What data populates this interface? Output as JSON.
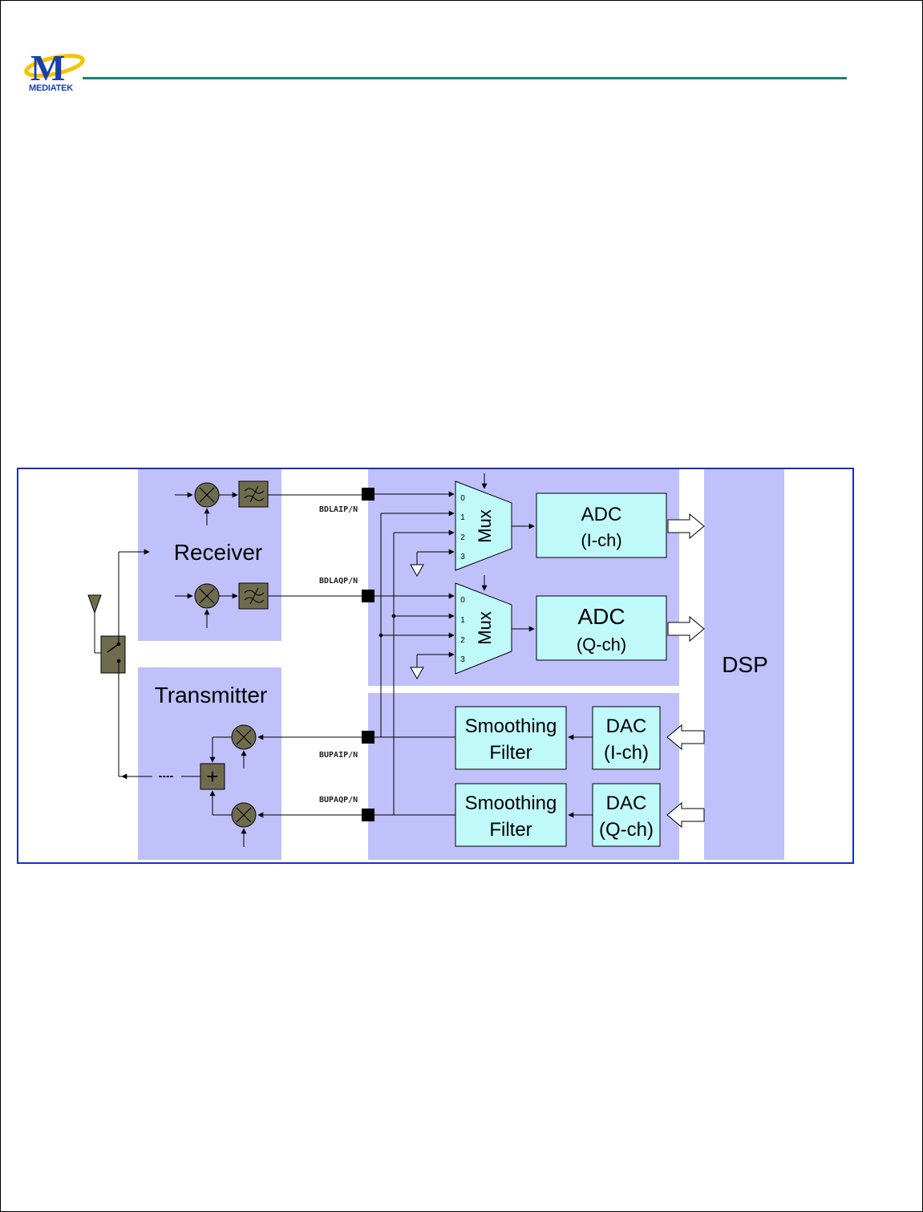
{
  "header": {
    "logo_mark": "M",
    "logo_word": "MEDIATEK",
    "rule_color": "#0d8a6b"
  },
  "colors": {
    "panel": "#c0c0fa",
    "box": "#bff9fa",
    "gray_block": "#6f6b4e",
    "frame": "#1c2fb8"
  },
  "diagram": {
    "receiver_label": "Receiver",
    "transmitter_label": "Transmitter",
    "dsp_label": "DSP",
    "mux_label": "Mux",
    "mux_inputs": [
      "0",
      "1",
      "2",
      "3"
    ],
    "adc_i": {
      "title": "ADC",
      "sub": "(I-ch)"
    },
    "adc_q": {
      "title": "ADC",
      "sub": "(Q-ch)"
    },
    "filter": {
      "line1": "Smoothing",
      "line2": "Filter"
    },
    "dac_i": {
      "title": "DAC",
      "sub": "(I-ch)"
    },
    "dac_q": {
      "title": "DAC",
      "sub": "(Q-ch)"
    },
    "signals": {
      "bdlaip": "BDLAIP/N",
      "bdlaqp": "BDLAQP/N",
      "bupaip": "BUPAIP/N",
      "bupaqp": "BUPAQP/N"
    },
    "dashes": "----",
    "adder_symbol": "+"
  }
}
